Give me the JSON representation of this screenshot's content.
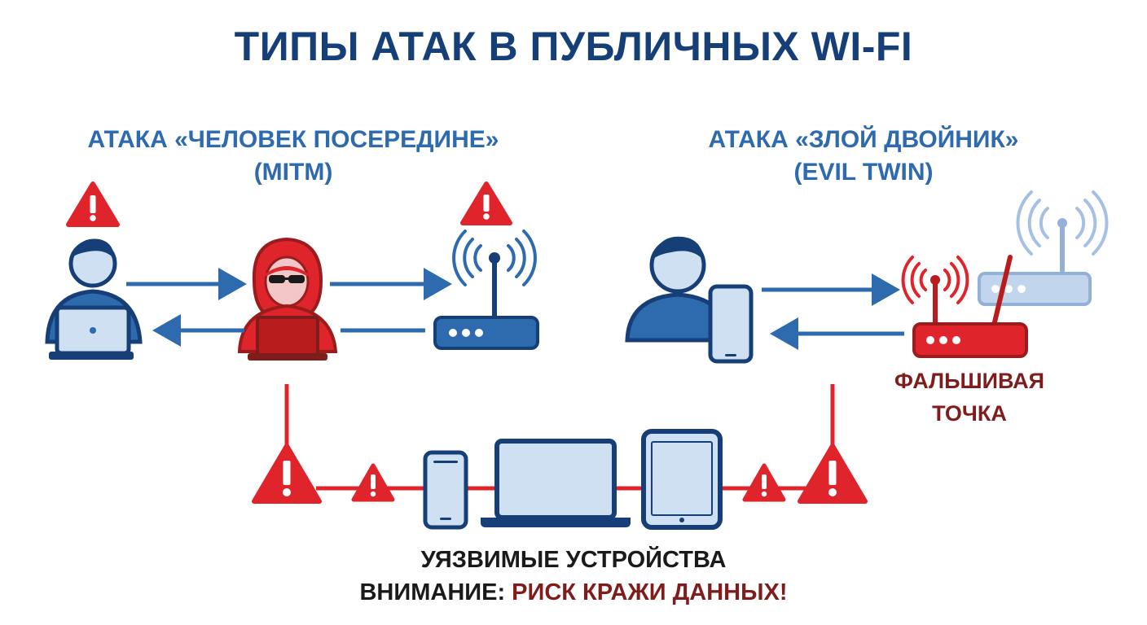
{
  "title": "ТИПЫ АТАК В ПУБЛИЧНЫХ WI-FI",
  "mitm": {
    "heading_line1": "АТАКА «ЧЕЛОВЕК ПОСЕРЕДИНЕ»",
    "heading_line2": "(MITM)"
  },
  "evil_twin": {
    "heading_line1": "АТАКА «ЗЛОЙ ДВОЙНИК»",
    "heading_line2": "(EVIL TWIN)",
    "fake_point_line1": "ФАЛЬШИВАЯ",
    "fake_point_line2": "ТОЧКА"
  },
  "footer": {
    "devices_label": "УЯЗВИМЫЕ УСТРОЙСТВА",
    "warning_prefix": "ВНИМАНИЕ:",
    "warning_risk": "РИСК КРАЖИ ДАННЫХ!"
  },
  "colors": {
    "navy": "#163f78",
    "blue": "#2e6aae",
    "red": "#e0242c",
    "dark_red": "#7f1d1d",
    "light_blue": "#cfe0f3"
  }
}
